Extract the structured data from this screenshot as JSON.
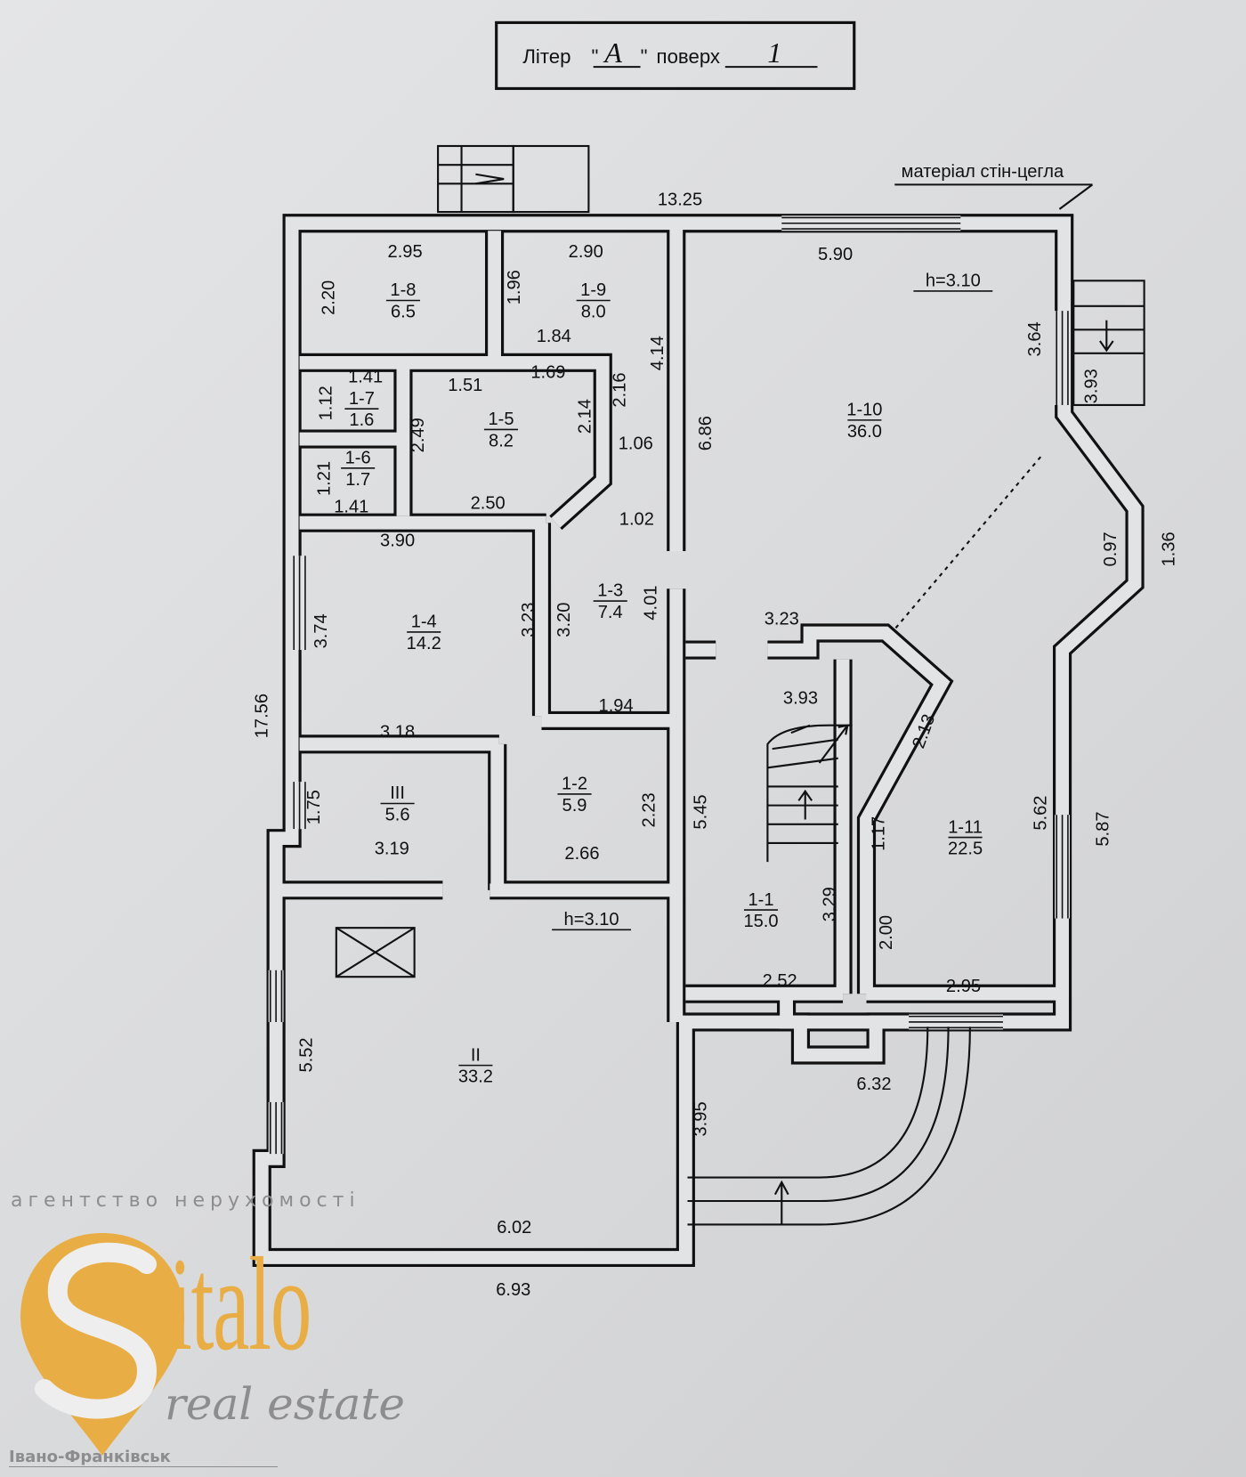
{
  "header": {
    "liter_label": "Літер",
    "liter_value": "A",
    "floor_label": "поверх",
    "floor_value": "1"
  },
  "wall_material_note": "матеріал стін-цегла",
  "rooms": [
    {
      "id": "1-8",
      "area": "6.5"
    },
    {
      "id": "1-9",
      "area": "8.0"
    },
    {
      "id": "1-7",
      "area": "1.6"
    },
    {
      "id": "1-5",
      "area": "8.2"
    },
    {
      "id": "1-6",
      "area": "1.7"
    },
    {
      "id": "1-10",
      "area": "36.0"
    },
    {
      "id": "1-3",
      "area": "7.4"
    },
    {
      "id": "1-4",
      "area": "14.2"
    },
    {
      "id": "1-2",
      "area": "5.9"
    },
    {
      "id": "III",
      "area": "5.6"
    },
    {
      "id": "1-11",
      "area": "22.5"
    },
    {
      "id": "1-1",
      "area": "15.0"
    },
    {
      "id": "II",
      "area": "33.2"
    }
  ],
  "dimensions": [
    "13.25",
    "2.95",
    "2.90",
    "5.90",
    "h=3.10",
    "2.20",
    "1.96",
    "1.84",
    "4.14",
    "1.41",
    "1.51",
    "1.69",
    "1.12",
    "2.49",
    "2.14",
    "2.16",
    "6.86",
    "3.64",
    "3.93",
    "1.06",
    "1.21",
    "1.41",
    "2.50",
    "1.02",
    "3.90",
    "0.97",
    "1.36",
    "3.74",
    "3.23",
    "3.20",
    "4.01",
    "3.23",
    "3.93",
    "17.56",
    "1.94",
    "3.18",
    "2.13",
    "1.75",
    "2.23",
    "5.45",
    "5.62",
    "5.87",
    "1.17",
    "3.19",
    "2.66",
    "3.29",
    "2.00",
    "h=3.10",
    "2.52",
    "2.95",
    "6.32",
    "5.52",
    "3.95",
    "6.02",
    "6.93"
  ],
  "watermark": {
    "agency": "агентство нерухомості",
    "brand": "Sitalo",
    "brand_rest": "italo",
    "tagline": "real estate",
    "city": "Івано-Франківськ"
  },
  "colors": {
    "brand": "#e8ae45",
    "ink": "#111111",
    "paper": "#dddee0",
    "watermark_gray": "#8d8d8f"
  }
}
